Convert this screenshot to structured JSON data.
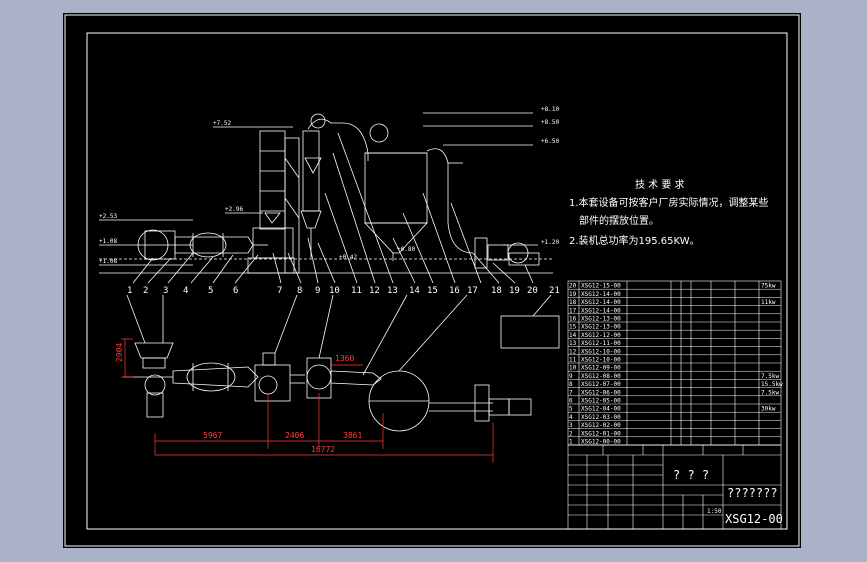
{
  "elevations": {
    "e1": "+8.10",
    "e2": "+8.50",
    "e3": "+6.50",
    "e4": "+7.52",
    "e5": "+2.96",
    "e6": "+2.53",
    "e7": "+1.08",
    "e8": "+1.08",
    "e9": "+0.42",
    "e10": "+0.80",
    "e11": "+1.20"
  },
  "callouts": [
    "1",
    "2",
    "3",
    "4",
    "5",
    "6",
    "7",
    "8",
    "9",
    "10",
    "11",
    "12",
    "13",
    "14",
    "15",
    "16",
    "17",
    "18",
    "19",
    "20",
    "21"
  ],
  "plan_dims": {
    "height": "2004",
    "d1": "5967",
    "d2": "2406",
    "d3": "3861",
    "d4": "1360",
    "total": "16772"
  },
  "tech_notes": {
    "title": "技 术 要 求",
    "line1": "1.本套设备可按客户厂房实际情况，调整某些",
    "line2": "部件的摆放位置。",
    "line3": "2.装机总功率为195.65KW。"
  },
  "parts_table": {
    "rows": [
      {
        "no": "20",
        "code": "XSG12-15-00"
      },
      {
        "no": "19",
        "code": "XSG12-14-00"
      },
      {
        "no": "18",
        "code": "XSG12-14-00"
      },
      {
        "no": "17",
        "code": "XSG12-14-00"
      },
      {
        "no": "16",
        "code": "XSG12-13-00"
      },
      {
        "no": "15",
        "code": "XSG12-13-00"
      },
      {
        "no": "14",
        "code": "XSG12-12-00"
      },
      {
        "no": "13",
        "code": "XSG12-11-00"
      },
      {
        "no": "12",
        "code": "XSG12-10-00"
      },
      {
        "no": "11",
        "code": "XSG12-10-00"
      },
      {
        "no": "10",
        "code": "XSG12-09-00"
      },
      {
        "no": "9",
        "code": "XSG12-08-00"
      },
      {
        "no": "8",
        "code": "XSG12-07-00"
      },
      {
        "no": "7",
        "code": "XSG12-06-00"
      },
      {
        "no": "6",
        "code": "XSG12-05-00"
      },
      {
        "no": "5",
        "code": "XSG12-04-00"
      },
      {
        "no": "4",
        "code": "XSG12-03-00"
      },
      {
        "no": "3",
        "code": "XSG12-02-00"
      },
      {
        "no": "2",
        "code": "XSG12-01-00"
      },
      {
        "no": "1",
        "code": "XSG12-00-00"
      }
    ],
    "remarks": [
      "75kw",
      "",
      "11kw",
      "",
      "",
      "",
      "",
      "",
      "",
      "",
      "",
      "7.5kw",
      "15.5kw",
      "7.5kw",
      "",
      "30kw"
    ]
  },
  "title_block": {
    "marks": "? ? ?",
    "drawing_name": "???????",
    "drawing_no": "XSG12-00",
    "scale": "1:50"
  }
}
